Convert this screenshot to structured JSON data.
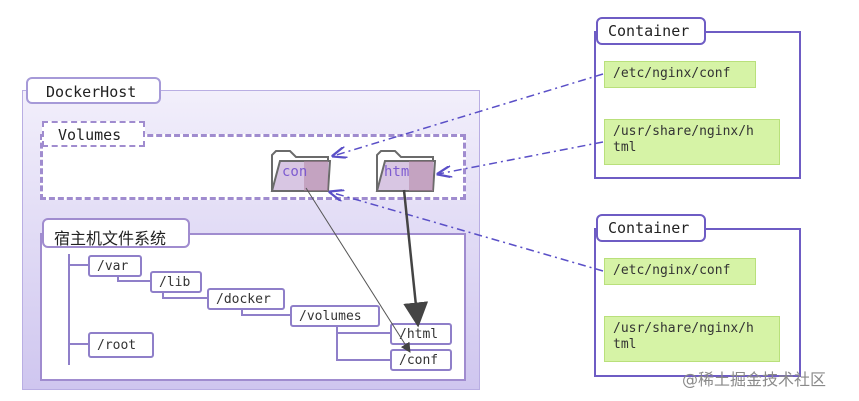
{
  "docker_host": {
    "title": "DockerHost"
  },
  "volumes": {
    "title": "Volumes",
    "folders": [
      {
        "label": "con"
      },
      {
        "label": "htm"
      }
    ]
  },
  "host_fs": {
    "title": "宿主机文件系统",
    "nodes": [
      "/var",
      "/lib",
      "/docker",
      "/volumes",
      "/html",
      "/conf",
      "/root"
    ]
  },
  "containers": [
    {
      "title": "Container",
      "paths": [
        "/etc/nginx/conf",
        "/usr/share/nginx/h\ntml"
      ]
    },
    {
      "title": "Container",
      "paths": [
        "/etc/nginx/conf",
        "/usr/share/nginx/h\ntml"
      ]
    }
  ],
  "watermark": "@稀土掘金技术社区",
  "colors": {
    "host_bg": "#cfc6ef",
    "border": "#a08ccf",
    "container_border": "#6e5cc4",
    "path_fill": "#d6f3a6",
    "link": "#5a4fc7"
  }
}
